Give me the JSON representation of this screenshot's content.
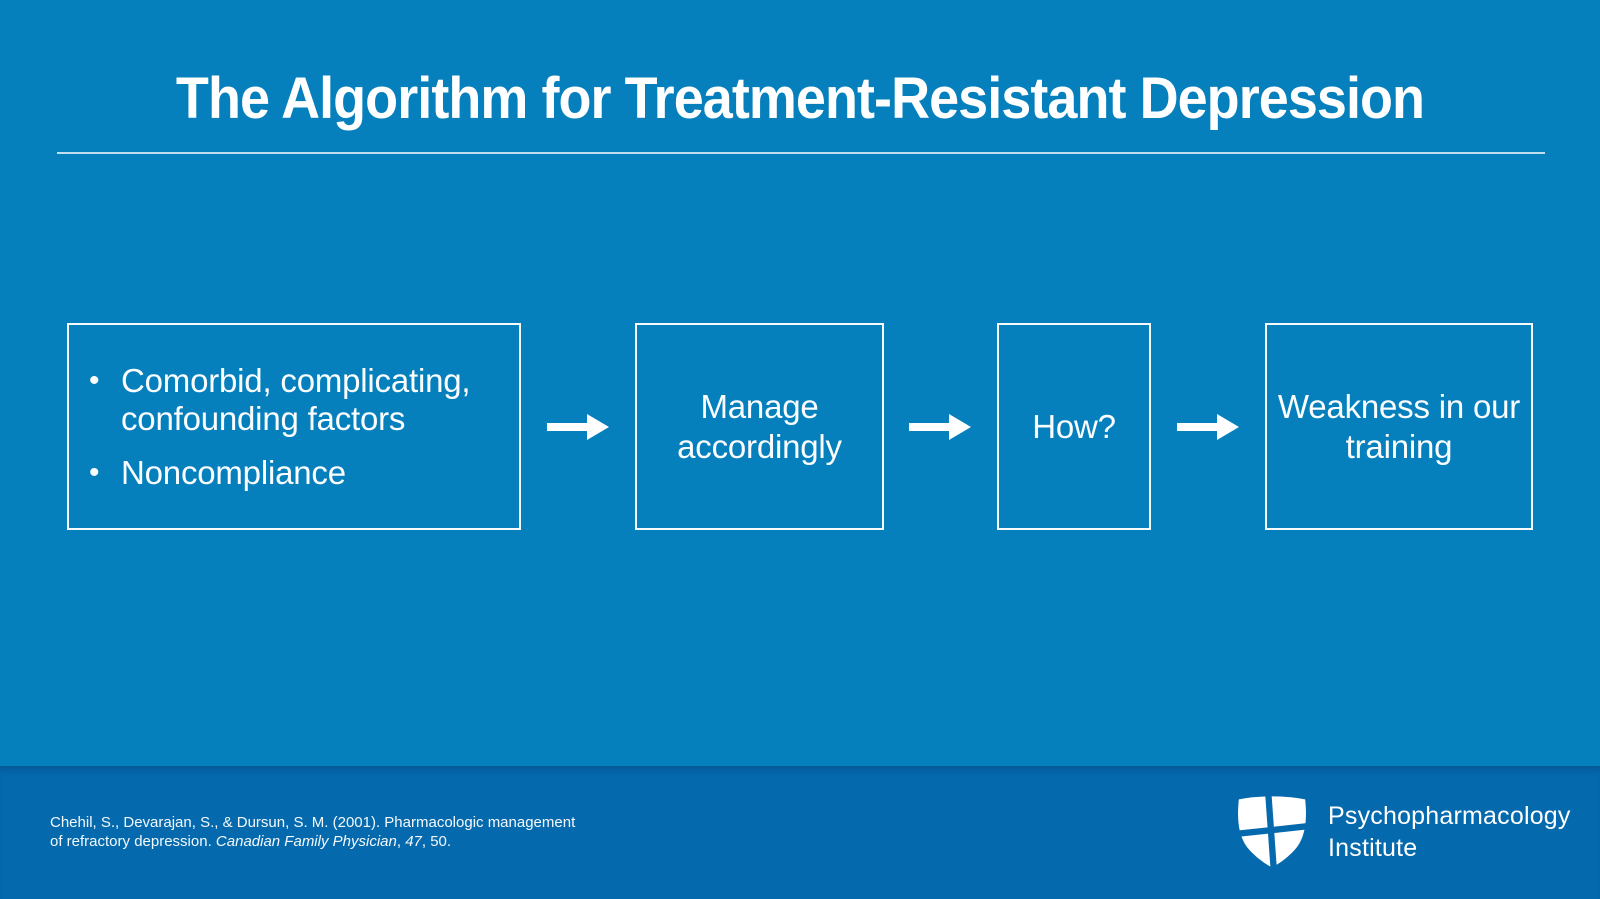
{
  "slide": {
    "title": "The Algorithm for Treatment-Resistant Depression"
  },
  "colors": {
    "background": "#0580BD",
    "footer_background": "#0569AE",
    "text": "#FFFFFF",
    "box_border": "#F5FAFD"
  },
  "flow": {
    "bullet_char": "•",
    "arrow_icon": "right-arrow",
    "boxes": [
      {
        "type": "bullets",
        "bullets": [
          "Comorbid, complicating, confounding factors",
          "Noncompliance"
        ]
      },
      {
        "type": "label",
        "label": "Manage accordingly"
      },
      {
        "type": "label",
        "label": "How?"
      },
      {
        "type": "label",
        "label": "Weakness in our training"
      }
    ]
  },
  "footer": {
    "citation": {
      "line1": "Chehil, S., Devarajan, S., & Dursun, S. M. (2001). Pharmacologic management",
      "line2_before_journal": "of refractory depression. ",
      "journal": "Canadian Family Physician",
      "separator": ", ",
      "volume": "47",
      "after_volume": ", 50."
    },
    "logo": {
      "icon": "shield-cross",
      "name_line1": "Psychopharmacology",
      "name_line2": "Institute"
    }
  }
}
